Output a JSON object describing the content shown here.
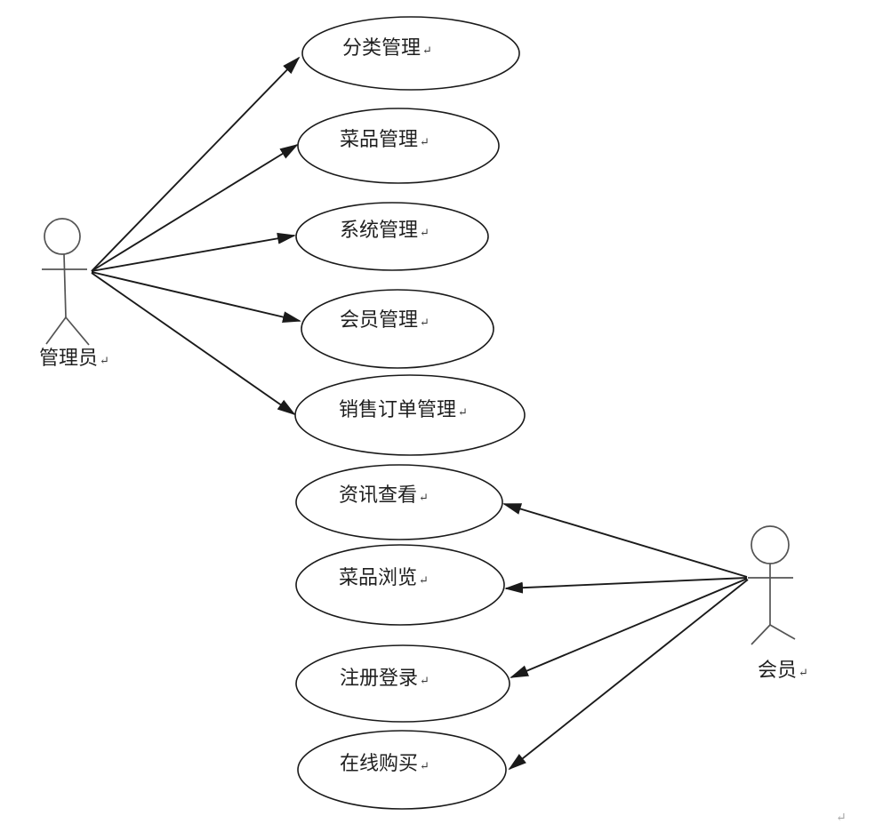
{
  "diagram": {
    "actors": [
      {
        "name": "管理员",
        "mark": "↵"
      },
      {
        "name": "会员",
        "mark": "↵"
      }
    ],
    "use_cases": [
      {
        "label": "分类管理",
        "mark": "↵"
      },
      {
        "label": "菜品管理",
        "mark": "↵"
      },
      {
        "label": "系统管理",
        "mark": "↵"
      },
      {
        "label": "会员管理",
        "mark": "↵"
      },
      {
        "label": "销售订单管理",
        "mark": "↵"
      },
      {
        "label": "资讯查看",
        "mark": "↵"
      },
      {
        "label": "菜品浏览",
        "mark": "↵"
      },
      {
        "label": "注册登录",
        "mark": "↵"
      },
      {
        "label": "在线购买",
        "mark": "↵"
      }
    ],
    "associations": [
      {
        "from": "管理员",
        "to": "分类管理"
      },
      {
        "from": "管理员",
        "to": "菜品管理"
      },
      {
        "from": "管理员",
        "to": "系统管理"
      },
      {
        "from": "管理员",
        "to": "会员管理"
      },
      {
        "from": "管理员",
        "to": "销售订单管理"
      },
      {
        "from": "会员",
        "to": "资讯查看"
      },
      {
        "from": "会员",
        "to": "菜品浏览"
      },
      {
        "from": "会员",
        "to": "注册登录"
      },
      {
        "from": "会员",
        "to": "在线购买"
      }
    ],
    "page_mark": "↵",
    "colors": {
      "background": "#ffffff",
      "line": "#1a1a1a",
      "actor_line": "#545454",
      "text": "#1f1f1f",
      "page_mark": "#a6a6a6"
    }
  }
}
